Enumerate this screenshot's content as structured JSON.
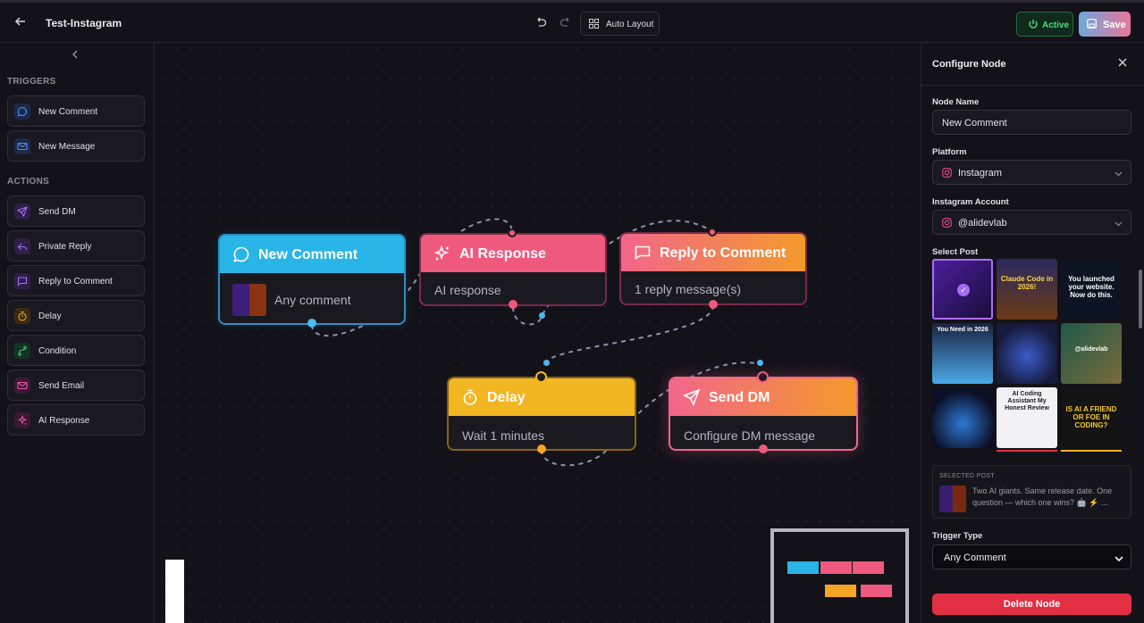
{
  "header": {
    "flow_title": "Test-Instagram",
    "auto_layout_label": "Auto Layout",
    "active_label": "Active",
    "save_label": "Save"
  },
  "sidebar": {
    "triggers_label": "TRIGGERS",
    "actions_label": "ACTIONS",
    "triggers": [
      {
        "label": "New Comment",
        "icon": "comment-icon",
        "color": "#3b82f6"
      },
      {
        "label": "New Message",
        "icon": "mail-icon",
        "color": "#3b82f6"
      }
    ],
    "actions": [
      {
        "label": "Send DM",
        "icon": "send-icon",
        "color": "#a855f7"
      },
      {
        "label": "Private Reply",
        "icon": "reply-icon",
        "color": "#a855f7"
      },
      {
        "label": "Reply to Comment",
        "icon": "comment-icon",
        "color": "#a855f7"
      },
      {
        "label": "Delay",
        "icon": "timer-icon",
        "color": "#f59e0b"
      },
      {
        "label": "Condition",
        "icon": "branch-icon",
        "color": "#22c55e"
      },
      {
        "label": "Send Email",
        "icon": "mail-icon",
        "color": "#ec4899"
      },
      {
        "label": "AI Response",
        "icon": "sparkles-icon",
        "color": "#ec4899"
      }
    ]
  },
  "canvas": {
    "nodes": {
      "new_comment": {
        "title": "New Comment",
        "body": "Any comment"
      },
      "ai_response": {
        "title": "AI Response",
        "body": "AI response"
      },
      "reply_to_comment": {
        "title": "Reply to Comment",
        "body": "1 reply message(s)"
      },
      "delay": {
        "title": "Delay",
        "body": "Wait 1 minutes"
      },
      "send_dm": {
        "title": "Send DM",
        "body": "Configure DM message"
      }
    },
    "colors": {
      "trigger": "#29b5e8",
      "ai": "#f0597e",
      "reply": "#f39a2b",
      "delay": "#f2b623",
      "dm": "#f2668a"
    }
  },
  "config": {
    "title": "Configure Node",
    "node_name_label": "Node Name",
    "node_name_value": "New Comment",
    "platform_label": "Platform",
    "platform_value": "Instagram",
    "account_label": "Instagram Account",
    "account_value": "@alidevlab",
    "select_post_label": "Select Post",
    "posts": [
      {
        "text": ""
      },
      {
        "text": "Claude Code in 2026!"
      },
      {
        "text": "You launched your website. Now do this."
      },
      {
        "text": "You Need in 2026"
      },
      {
        "text": ""
      },
      {
        "text": "@alidevlab"
      },
      {
        "text": ""
      },
      {
        "text": "AI Coding Assistant My Honest Review"
      },
      {
        "text": "IS AI A FRIEND OR FOE IN CODING?"
      }
    ],
    "selected_post_label": "SELECTED POST",
    "selected_post_text": "Two AI giants. Same release date. One question — which one wins? 🤖 ⚡ ...",
    "trigger_type_label": "Trigger Type",
    "trigger_type_value": "Any Comment",
    "delete_label": "Delete Node"
  }
}
